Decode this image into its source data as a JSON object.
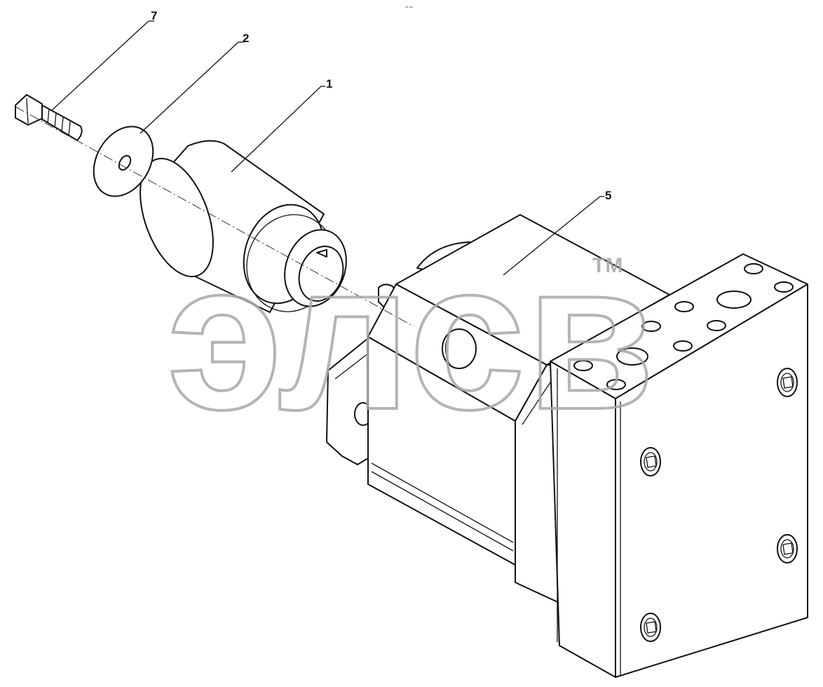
{
  "callouts": [
    {
      "number": "7",
      "part": "bolt"
    },
    {
      "number": "2",
      "part": "washer"
    },
    {
      "number": "1",
      "part": "coupling-sleeve"
    },
    {
      "number": "5",
      "part": "motor-assembly"
    }
  ],
  "watermark": {
    "text": "элсв",
    "mark": "TM"
  },
  "header_text": "ᵃᴮ ᵃᵃᵃ"
}
